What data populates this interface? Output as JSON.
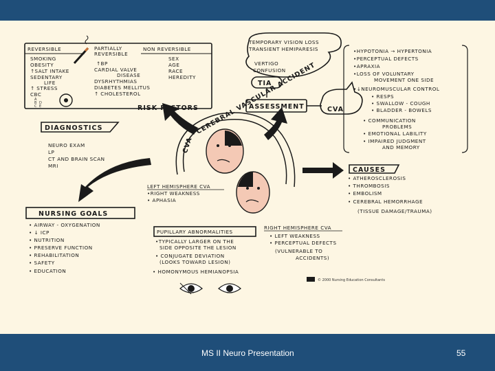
{
  "footer": {
    "title": "MS II Neuro Presentation",
    "page": "55"
  },
  "diagram": {
    "center_label": "CVA",
    "arc_label": "CEREBRAL VASCULAR ACCIDENT",
    "risk_factors": {
      "title": "RISK FACTORS",
      "col1_header": "REVERSIBLE",
      "col1_items": [
        "SMOKING",
        "OBESITY",
        "↑SALT INTAKE",
        "SEDENTARY",
        "LIFE",
        "↑ STRESS",
        "CBC"
      ],
      "col1_subitems": [
        "A",
        "B",
        "C",
        "D",
        "E"
      ],
      "col2_header_1": "PARTIALLY",
      "col2_header_2": "REVERSIBLE",
      "col2_items": [
        "↑BP",
        "CARDIAL VALVE",
        "DISEASE",
        "DYSRHYTHMIAS",
        "DIABETES MELLITUS",
        "↑ CHOLESTEROL"
      ],
      "col3_header": "NON REVERSIBLE",
      "col3_items": [
        "SEX",
        "AGE",
        "RACE",
        "HEREDITY"
      ]
    },
    "tia": {
      "label": "TIA",
      "bubble_lines": [
        "TEMPORARY VISION LOSS",
        "TRANSIENT HEMIPARESIS",
        "VERTIGO",
        "CONFUSION"
      ]
    },
    "assessment": {
      "label": "ASSESSMENT",
      "cva_label": "CVA",
      "items": [
        "•HYPOTONIA → HYPERTONIA",
        "•PERCEPTUAL DEFECTS",
        "•APRAXIA",
        "•LOSS OF VOLUNTARY",
        "MOVEMENT ONE SIDE",
        "•↓NEUROMUSCULAR CONTROL",
        "• RESPS",
        "• SWALLOW - COUGH",
        "• BLADDER - BOWELS",
        "• COMMUNICATION",
        "PROBLEMS",
        "• EMOTIONAL LABILITY",
        "• IMPAIRED JUDGMENT",
        "AND MEMORY"
      ]
    },
    "diagnostics": {
      "title": "DIAGNOSTICS",
      "items": [
        "NEURO EXAM",
        "LP",
        "CT AND BRAIN SCAN",
        "MRI"
      ]
    },
    "causes": {
      "title": "CAUSES",
      "items": [
        "• ATHEROSCLEROSIS",
        "• THROMBOSIS",
        "• EMBOLISM",
        "• CEREBRAL HEMORRHAGE",
        "(TISSUE DAMAGE/TRAUMA)"
      ]
    },
    "left_cva": {
      "title": "LEFT HEMISPHERE CVA",
      "items": [
        "•RIGHT WEAKNESS",
        "• APHASIA"
      ]
    },
    "right_cva": {
      "title": "RIGHT HEMISPHERE CVA",
      "items": [
        "• LEFT WEAKNESS",
        "• PERCEPTUAL DEFECTS",
        "(VULNERABLE TO",
        "ACCIDENTS)"
      ]
    },
    "nursing_goals": {
      "title": "NURSING GOALS",
      "items": [
        "• AIRWAY - OXYGENATION",
        "• ↓ ICP",
        "• NUTRITION",
        "• PRESERVE FUNCTION",
        "• REHABILITATION",
        "• SAFETY",
        "• EDUCATION"
      ]
    },
    "pupillary": {
      "title": "PUPILLARY ABNORMALITIES",
      "items": [
        "•TYPICALLY LARGER ON THE",
        "SIDE OPPOSITE THE LESION",
        "• CONJUGATE DEVIATION",
        "(LOOKS TOWARD LESION)",
        "• HOMONYMOUS HEMIANOPSIA"
      ]
    },
    "copyright": "© 2000 Nursing Education Consultants"
  },
  "colors": {
    "frame": "#1f4e79",
    "paper": "#fdf6e3",
    "face": "#f4c9b5",
    "ink": "#1a1a1a"
  }
}
